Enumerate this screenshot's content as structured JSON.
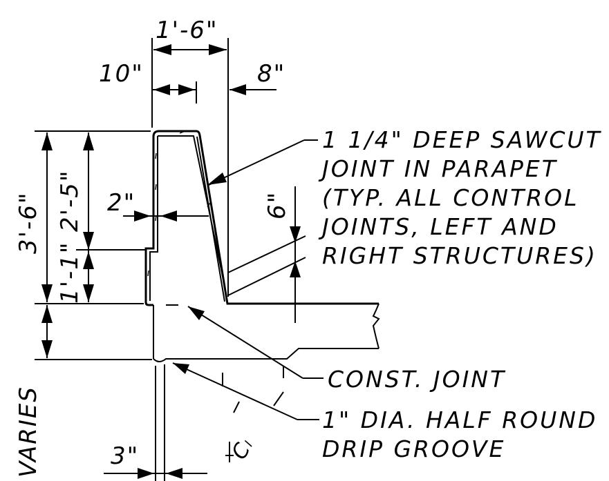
{
  "dimensions": {
    "top_width": "1'-6\"",
    "top_left": "10\"",
    "top_right": "8\"",
    "total_height": "3'-6\"",
    "upper_height": "2'-5\"",
    "lower_height": "1'-1\"",
    "recess": "2\"",
    "slope_rise": "6\"",
    "varies": "VARIES",
    "groove_offset": "3\""
  },
  "notes": {
    "sawcut": [
      "1 1/4\" DEEP SAWCUT",
      "JOINT IN PARAPET",
      "(TYP. ALL CONTROL",
      "JOINTS, LEFT AND",
      "RIGHT STRUCTURES)"
    ],
    "const_joint": "CONST. JOINT",
    "drip": [
      "1\" DIA. HALF ROUND",
      "DRIP GROOVE"
    ]
  },
  "cl_marker": "Cₗ"
}
